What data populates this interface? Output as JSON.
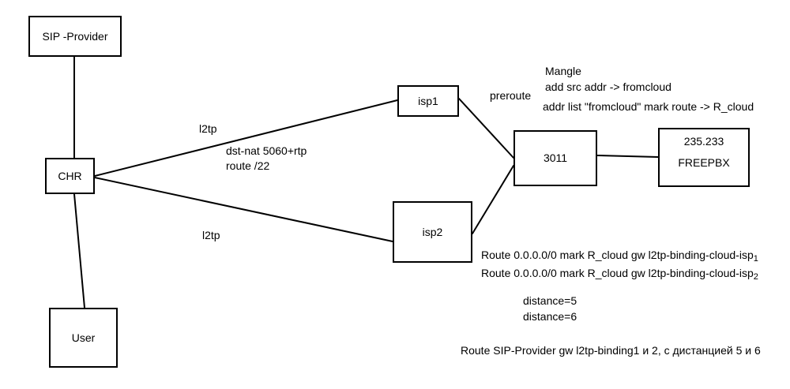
{
  "nodes": {
    "sip_provider": "SIP -Provider",
    "chr": "CHR",
    "user": "User",
    "isp1": "isp1",
    "isp2": "isp2",
    "router": "3011",
    "freepbx_ip": "235.233",
    "freepbx_name": "FREEPBX"
  },
  "labels": {
    "l2tp_upper": "l2tp",
    "l2tp_lower": "l2tp",
    "dst_nat": "dst-nat 5060+rtp",
    "route_22": "route /22",
    "preroute": "preroute",
    "mangle_title": "Mangle",
    "mangle_line1": "add src addr -> fromcloud",
    "mangle_line2": "addr list \"fromcloud\" mark route -> R_cloud",
    "route1_text": "Route 0.0.0.0/0 mark R_cloud  gw l2tp-binding-cloud-isp",
    "route1_sub": "1",
    "route2_text": "Route 0.0.0.0/0 mark R_cloud  gw l2tp-binding-cloud-isp",
    "route2_sub": "2",
    "distance1": "distance=5",
    "distance2": "distance=6",
    "sip_route": "Route SIP-Provider gw l2tp-binding1 и 2, с дистанцией 5 и 6"
  }
}
